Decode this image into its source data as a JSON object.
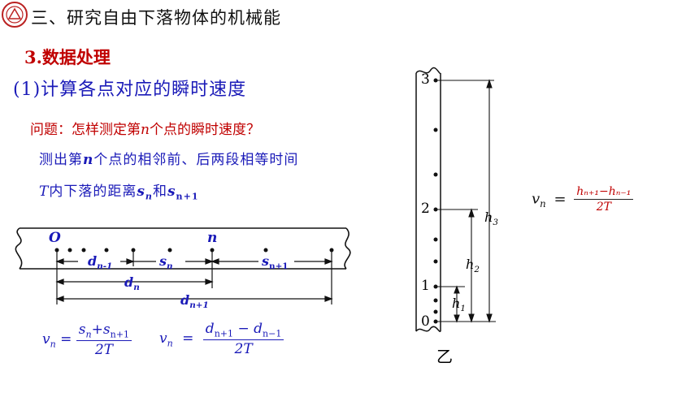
{
  "header": {
    "title": "三、研究自由下落物体的机械能"
  },
  "section": {
    "label": "3.数据处理"
  },
  "subsection": {
    "label": "(1)计算各点对应的瞬时速度"
  },
  "question": {
    "prefix": "问题：怎样测定第",
    "var": "n",
    "suffix": "个点的瞬时速度？"
  },
  "description": {
    "line1_a": "测出第",
    "line1_var": "n",
    "line1_b": "个点的相邻前、后两段相等时间",
    "line2_T": "T",
    "line2_a": "内下落的距离",
    "line2_s1": "s",
    "line2_s1_sub": "n",
    "line2_and": "和",
    "line2_s2": "s",
    "line2_s2_sub": "n+1"
  },
  "tape_labels": {
    "origin": "O",
    "point_n": "n",
    "d_nm1": "d",
    "d_nm1_sub": "n-1",
    "s_n": "s",
    "s_n_sub": "n",
    "s_np1": "s",
    "s_np1_sub": "n+1",
    "d_n": "d",
    "d_n_sub": "n",
    "d_np1": "d",
    "d_np1_sub": "n+1"
  },
  "equation1": {
    "lhs": "v",
    "lhs_sub": "n",
    "eq": "=",
    "num": "s",
    "num_sub1": "n",
    "plus": "+",
    "num2": "s",
    "num_sub2": "n+1",
    "den": "2T"
  },
  "equation2": {
    "lhs": "v",
    "lhs_sub": "n",
    "eq": "=",
    "num_a": "d",
    "num_sub_a": "n+1",
    "minus": "−",
    "num_b": "d",
    "num_sub_b": "n−1",
    "den": "2T"
  },
  "vertical_tape": {
    "ticks": [
      "3",
      "2",
      "1",
      "0"
    ],
    "h3": "h",
    "h3_sub": "3",
    "h2": "h",
    "h2_sub": "2",
    "h1": "h",
    "h1_sub": "1",
    "caption": "乙"
  },
  "equation_right": {
    "lhs": "v",
    "lhs_sub": "n",
    "eq": "=",
    "num": "hₙ₊₁−hₙ₋₁",
    "den": "2T"
  },
  "colors": {
    "red": "#c00000",
    "blue": "#1a1ab8",
    "text": "#111111"
  }
}
